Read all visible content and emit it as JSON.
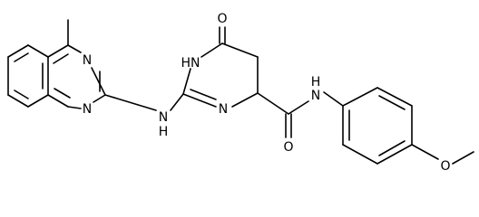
{
  "molecule": {
    "atom_labels": {
      "n_quin_top": "N",
      "n_quin_bottom": "N",
      "nh_linker": "N",
      "h_linker": "H",
      "nh_ring": "HN",
      "n_ring": "N",
      "o_carbonyl_ring": "O",
      "o_amide": "O",
      "nh_amide": "N",
      "h_amide": "H",
      "o_methoxy": "O"
    }
  }
}
